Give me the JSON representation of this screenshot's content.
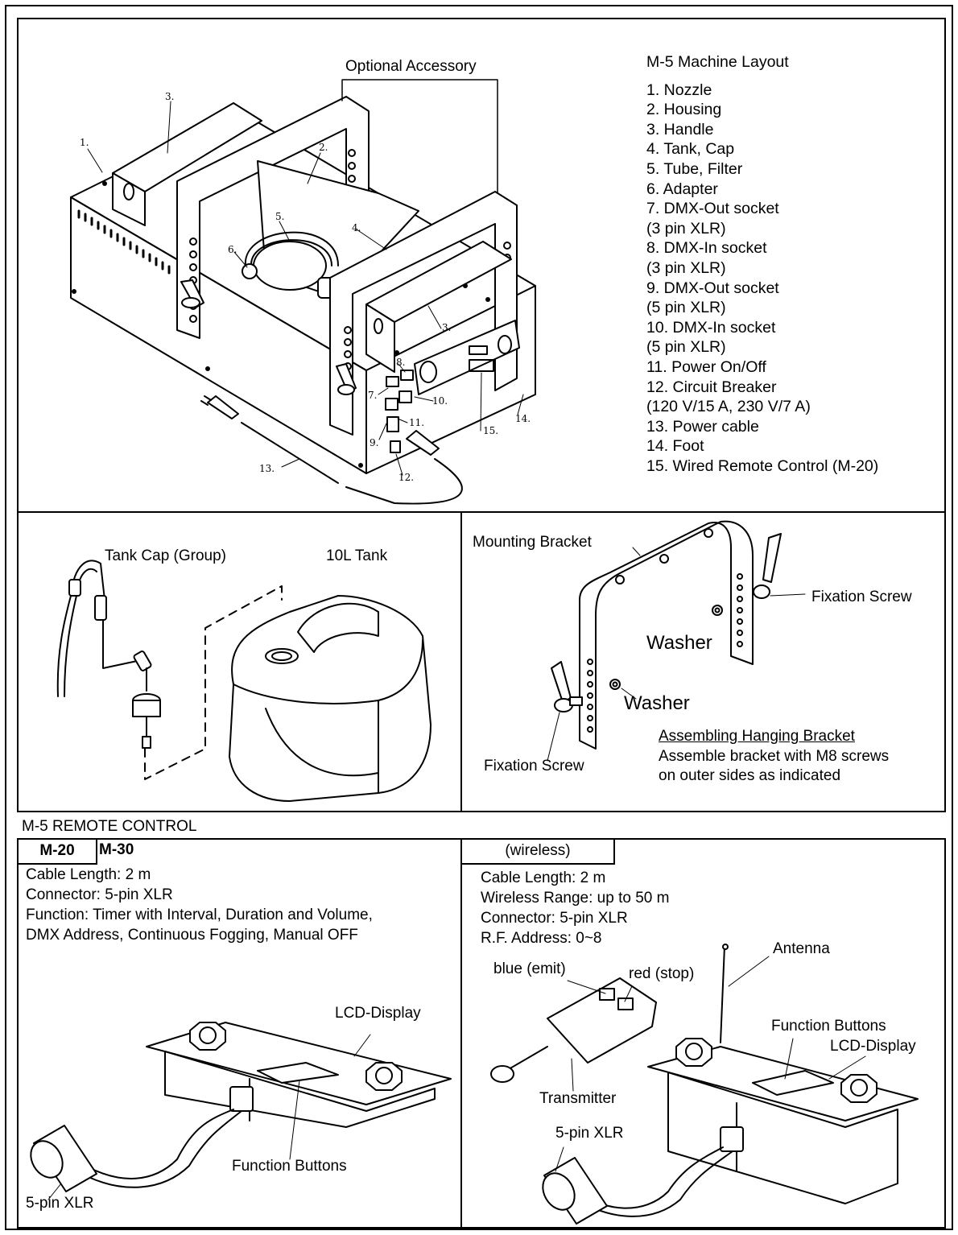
{
  "layout": {
    "title": "M-5 Machine Layout",
    "optional_accessory": "Optional Accessory",
    "items": [
      "1. Nozzle",
      "2. Housing",
      "3. Handle",
      "4. Tank, Cap",
      "5. Tube, Filter",
      "6. Adapter",
      "7. DMX-Out socket",
      "(3 pin XLR)",
      "8. DMX-In socket",
      "(3 pin XLR)",
      "9. DMX-Out socket",
      "(5 pin XLR)",
      "10. DMX-In socket",
      "(5 pin XLR)",
      "11. Power On/Off",
      "12. Circuit Breaker",
      "(120 V/15 A, 230 V/7 A)",
      "13. Power cable",
      "14. Foot",
      "15. Wired Remote Control  (M-20)"
    ],
    "callouts": [
      "1.",
      "2.",
      "3.",
      "3.",
      "4.",
      "5.",
      "6.",
      "7.",
      "8.",
      "9.",
      "10.",
      "11.",
      "12.",
      "13.",
      "14.",
      "15."
    ]
  },
  "tank": {
    "cap_label": "Tank Cap (Group)",
    "tank_label": "10L Tank"
  },
  "bracket": {
    "mounting_bracket": "Mounting Bracket",
    "fixation_screw_right": "Fixation Screw",
    "washer_upper": "Washer",
    "washer_lower": "Washer",
    "fixation_screw_left": "Fixation Screw",
    "assembly_title": "Assembling Hanging Bracket",
    "assembly_text": [
      "Assemble bracket with M8 screws",
      "on outer sides as indicated"
    ]
  },
  "remote": {
    "section_title": "M-5 REMOTE CONTROL",
    "wired": {
      "tab_label": "M-20",
      "model2": "M-30",
      "specs": [
        "Cable Length: 2 m",
        "Connector: 5-pin XLR",
        "Function: Timer with Interval, Duration and Volume,",
        "DMX Address, Continuous Fogging, Manual OFF"
      ],
      "lcd_display": "LCD-Display",
      "function_buttons": "Function Buttons",
      "xlr": "5-pin XLR"
    },
    "wireless": {
      "tab_label": "(wireless)",
      "specs": [
        "Cable Length: 2 m",
        "Wireless Range: up to 50 m",
        "Connector: 5-pin XLR",
        "R.F. Address: 0~8"
      ],
      "antenna": "Antenna",
      "blue": "blue (emit)",
      "red": "red (stop)",
      "function_buttons": "Function Buttons",
      "lcd_display": "LCD-Display",
      "transmitter": "Transmitter",
      "xlr": "5-pin XLR"
    }
  }
}
